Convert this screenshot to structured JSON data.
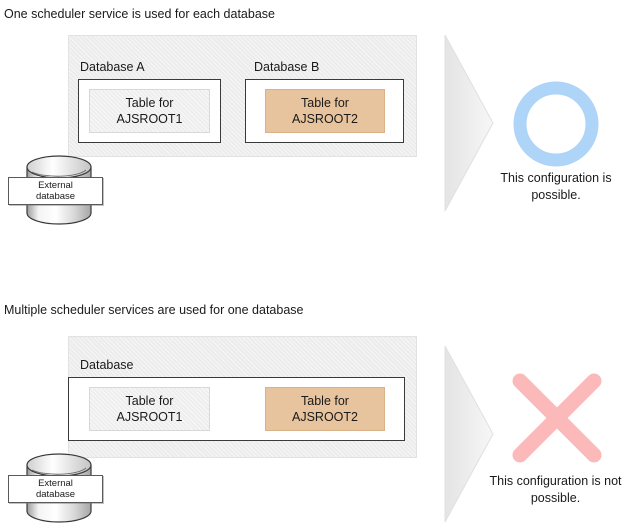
{
  "palette": {
    "panel_bg": "#ececec",
    "chip_gray": "#eeeeee",
    "chip_orange": "#e8c49e",
    "ok_circle": "#aed4f7",
    "ng_cross": "#fcb9b9",
    "arrow_fill": "#ededed",
    "box_border": "#3a3a3a",
    "text": "#1a1a1a"
  },
  "top_panel": {
    "heading": "One scheduler service is used for each database",
    "databases": [
      {
        "label": "Database A",
        "table": {
          "line1": "Table for",
          "line2": "AJSROOT1",
          "style": "gray"
        }
      },
      {
        "label": "Database B",
        "table": {
          "line1": "Table for",
          "line2": "AJSROOT2",
          "style": "orange"
        }
      }
    ],
    "external_db": {
      "line1": "External",
      "line2": "database"
    },
    "arrow": "right-arrow-icon",
    "verdict": {
      "mark": "circle-ok-icon",
      "caption_line1": "This configuration is",
      "caption_line2": "possible."
    }
  },
  "bottom_panel": {
    "heading": "Multiple scheduler services are used for one database",
    "databases": [
      {
        "label": "Database",
        "tables": [
          {
            "line1": "Table for",
            "line2": "AJSROOT1",
            "style": "gray"
          },
          {
            "line1": "Table for",
            "line2": "AJSROOT2",
            "style": "orange"
          }
        ]
      }
    ],
    "external_db": {
      "line1": "External",
      "line2": "database"
    },
    "arrow": "right-arrow-icon",
    "verdict": {
      "mark": "cross-ng-icon",
      "caption_line1": "This configuration is not",
      "caption_line2": "possible."
    }
  }
}
